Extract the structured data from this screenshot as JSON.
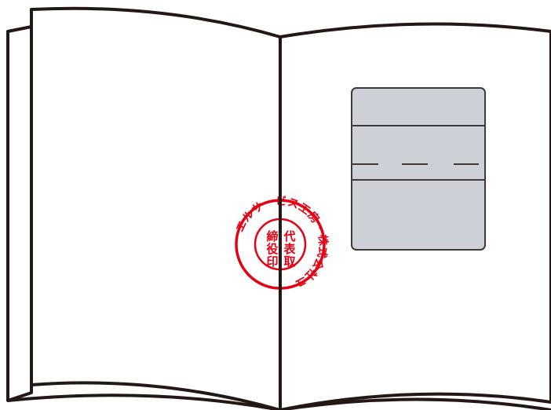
{
  "seal": {
    "ring_text": "ーエルサービス工房・株式会社ユー",
    "center_chars": [
      "代",
      "表",
      "取",
      "締",
      "役",
      "印"
    ],
    "color": "#e60012"
  },
  "book": {
    "page_color": "#ffffff",
    "stroke_color": "#231815"
  },
  "form_box": {
    "fill_color": "#cdd0d6",
    "stroke_color": "#3f3a39"
  }
}
